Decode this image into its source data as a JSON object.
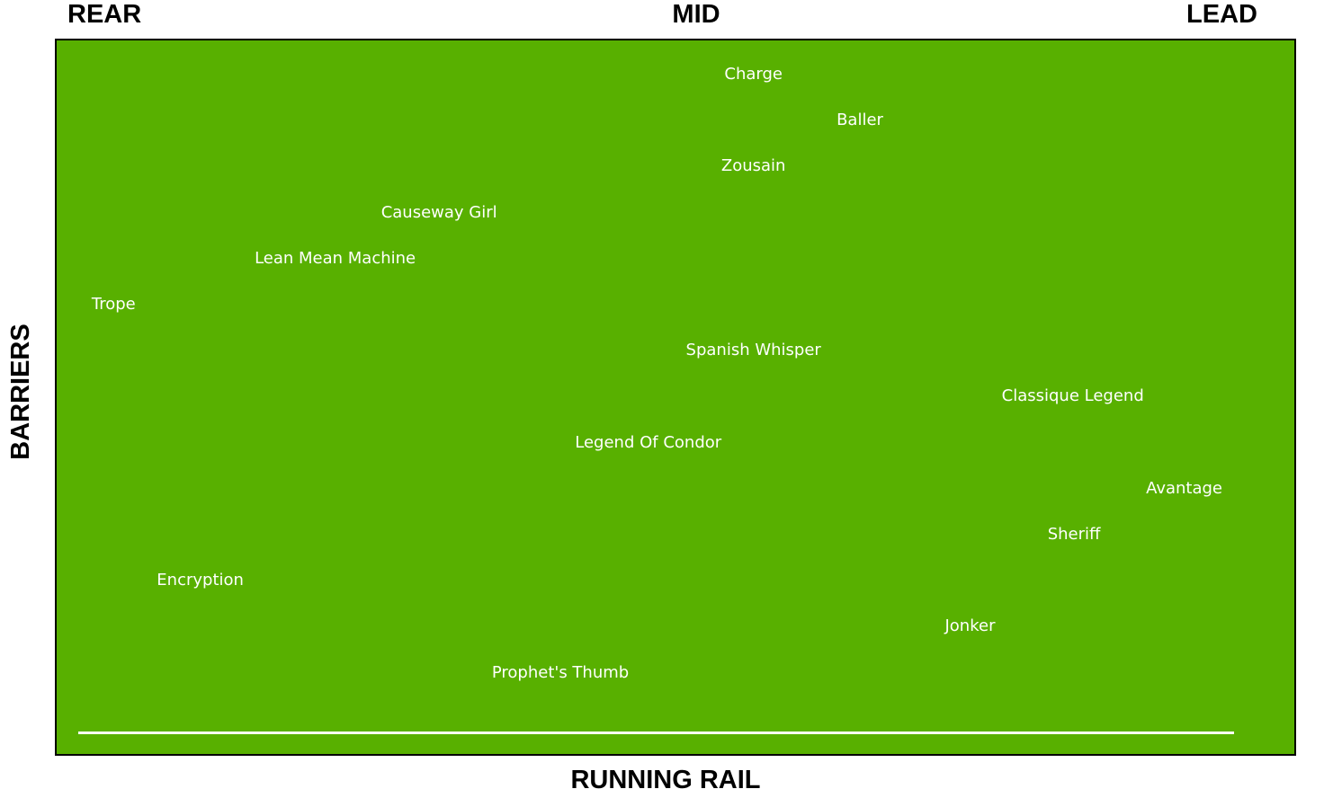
{
  "positions": {
    "rear": "REAR",
    "mid": "MID",
    "lead": "LEAD"
  },
  "axis": {
    "vertical_label": "BARRIERS",
    "bottom_label": "RUNNING RAIL"
  },
  "colors": {
    "field": "#58b000",
    "runner_text": "#ffffff",
    "rail_line": "#ffffff"
  },
  "runners": [
    {
      "name": "Charge",
      "position": 0.563,
      "row": 1
    },
    {
      "name": "Baller",
      "position": 0.649,
      "row": 2
    },
    {
      "name": "Zousain",
      "position": 0.563,
      "row": 3
    },
    {
      "name": "Causeway Girl",
      "position": 0.309,
      "row": 4
    },
    {
      "name": "Lean Mean Machine",
      "position": 0.225,
      "row": 5
    },
    {
      "name": "Trope",
      "position": 0.046,
      "row": 6
    },
    {
      "name": "Spanish Whisper",
      "position": 0.563,
      "row": 7
    },
    {
      "name": "Classique Legend",
      "position": 0.821,
      "row": 8
    },
    {
      "name": "Legend Of Condor",
      "position": 0.478,
      "row": 9
    },
    {
      "name": "Avantage",
      "position": 0.911,
      "row": 10
    },
    {
      "name": "Sheriff",
      "position": 0.822,
      "row": 11
    },
    {
      "name": "Encryption",
      "position": 0.116,
      "row": 12
    },
    {
      "name": "Jonker",
      "position": 0.738,
      "row": 13
    },
    {
      "name": "Prophet's Thumb",
      "position": 0.407,
      "row": 14
    }
  ]
}
